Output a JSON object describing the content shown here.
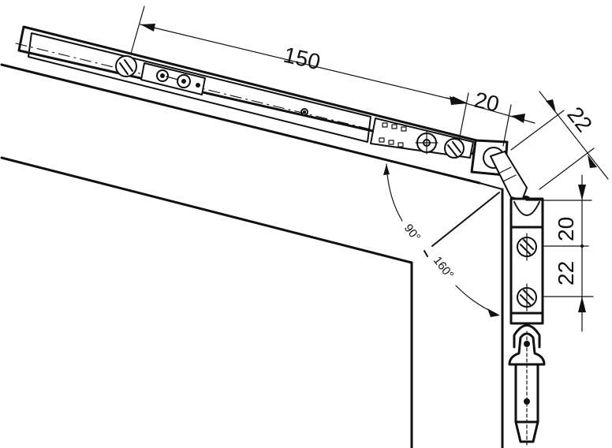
{
  "diagram": {
    "type": "technical-drawing",
    "subject": "corner stay / hinge fitting mounted on door leaf corner",
    "dimensions": {
      "stay_length": "150",
      "stay_end_offset": "20",
      "pivot_diagonal": "22",
      "vertical_upper": "20",
      "vertical_lower": "22"
    },
    "angle_range": {
      "min": "90°",
      "separator": "–",
      "max": "160°"
    },
    "colors": {
      "line": "#111111",
      "background": "#ffffff"
    }
  }
}
